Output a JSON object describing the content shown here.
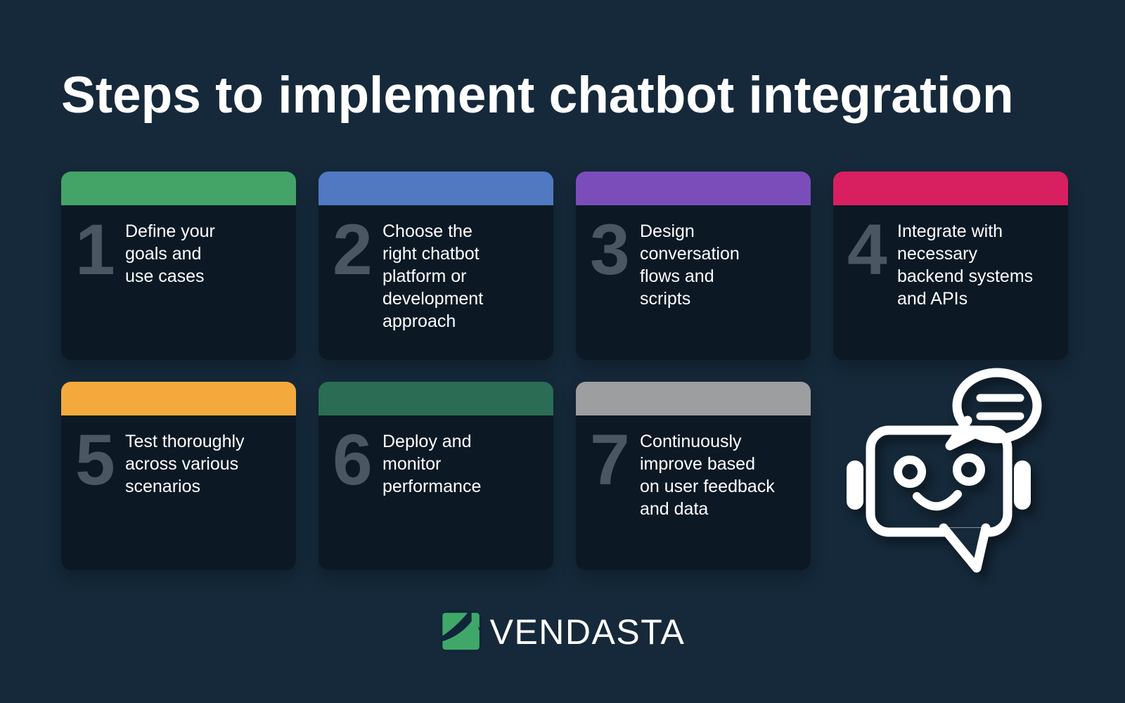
{
  "title": "Steps to implement chatbot integration",
  "steps": [
    {
      "number": "1",
      "accent": "#44a367",
      "text": "Define your\ngoals and\nuse cases"
    },
    {
      "number": "2",
      "accent": "#5079c1",
      "text": "Choose the\nright chatbot\nplatform or\ndevelopment\napproach"
    },
    {
      "number": "3",
      "accent": "#7b4dba",
      "text": "Design\nconversation\nflows and\nscripts"
    },
    {
      "number": "4",
      "accent": "#d81f60",
      "text": "Integrate with\nnecessary\nbackend systems\nand APIs"
    },
    {
      "number": "5",
      "accent": "#f4a93c",
      "text": "Test thoroughly\nacross various\nscenarios"
    },
    {
      "number": "6",
      "accent": "#2a6c54",
      "text": "Deploy and\nmonitor\nperformance"
    },
    {
      "number": "7",
      "accent": "#9c9ea0",
      "text": "Continuously\nimprove based\non user feedback\nand data"
    }
  ],
  "brand": {
    "wordmark": "VENDASTA",
    "logo_color": "#3fa868"
  },
  "palette": {
    "background": "#15293a",
    "card_body": "#0c1925",
    "step_number": "#4a5763",
    "text": "#ffffff"
  }
}
